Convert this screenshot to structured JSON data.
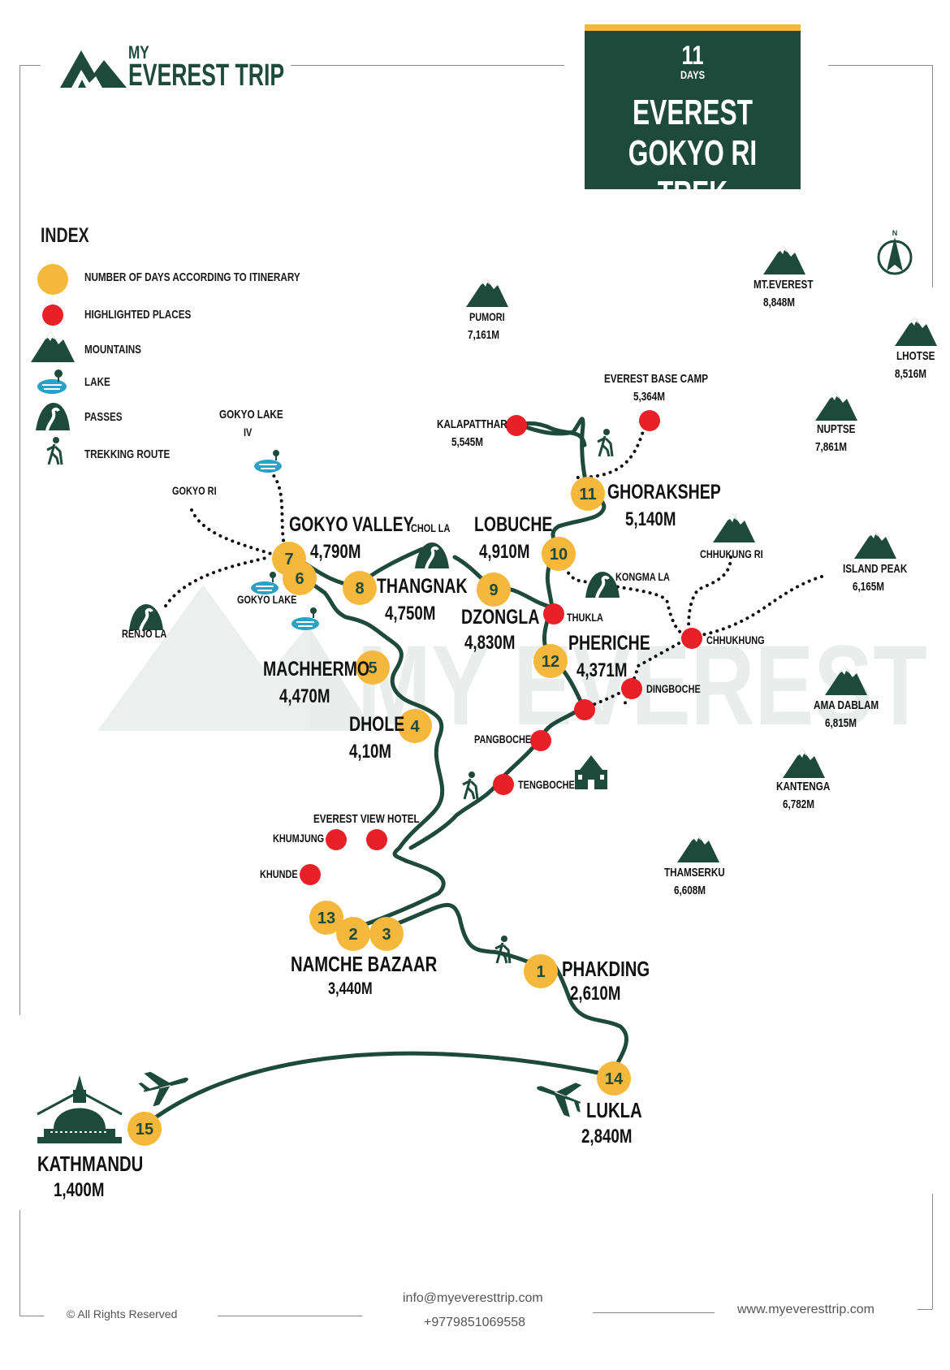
{
  "brand": {
    "line1": "MY",
    "line2": "EVEREST TRIP"
  },
  "title": {
    "days_number": "11",
    "days_label": "DAYS",
    "line1": "EVEREST",
    "line2": "GOKYO RI TREK"
  },
  "index": {
    "title": "INDEX",
    "items": [
      {
        "icon": "day-circle-icon",
        "label": "NUMBER OF DAYS ACCORDING TO ITINERARY"
      },
      {
        "icon": "red-dot-icon",
        "label": "HIGHLIGHTED PLACES"
      },
      {
        "icon": "mountain-icon",
        "label": "MOUNTAINS"
      },
      {
        "icon": "lake-icon",
        "label": "LAKE"
      },
      {
        "icon": "pass-icon",
        "label": "PASSES"
      },
      {
        "icon": "hiker-icon",
        "label": "TREKKING ROUTE"
      }
    ]
  },
  "compass": "N",
  "watermark": "MY EVEREST TRIP",
  "colors": {
    "dark_green": "#1e4a3c",
    "yellow": "#f5b83d",
    "red": "#e82027"
  },
  "days": [
    "1",
    "2",
    "3",
    "4",
    "5",
    "6",
    "7",
    "8",
    "9",
    "10",
    "11",
    "12",
    "13",
    "14",
    "15"
  ],
  "stops": {
    "kathmandu": {
      "name": "KATHMANDU",
      "alt": "1,400M"
    },
    "lukla": {
      "name": "LUKLA",
      "alt": "2,840M"
    },
    "phakding": {
      "name": "PHAKDING",
      "alt": "2,610M"
    },
    "namche": {
      "name": "NAMCHE BAZAAR",
      "alt": "3,440M"
    },
    "dhole": {
      "name": "DHOLE",
      "alt": "4,10M"
    },
    "machhermo": {
      "name": "MACHHERMO",
      "alt": "4,470M"
    },
    "gokyo": {
      "name": "GOKYO VALLEY",
      "alt": "4,790M"
    },
    "thangnak": {
      "name": "THANGNAK",
      "alt": "4,750M"
    },
    "dzongla": {
      "name": "DZONGLA",
      "alt": "4,830M"
    },
    "lobuche": {
      "name": "LOBUCHE",
      "alt": "4,910M"
    },
    "gorakshep": {
      "name": "GHORAKSHEP",
      "alt": "5,140M"
    },
    "pheriche": {
      "name": "PHERICHE",
      "alt": "4,371M"
    }
  },
  "places": {
    "kalapatthar": {
      "name": "KALAPATTHAR",
      "alt": "5,545M"
    },
    "ebc": {
      "name": "EVEREST BASE CAMP",
      "alt": "5,364M"
    },
    "thukla": "THUKLA",
    "chhukhung": "CHHUKHUNG",
    "dingboche": "DINGBOCHE",
    "pangboche": "PANGBOCHE",
    "tengboche": "TENGBOCHE",
    "everest_view": "EVEREST VIEW HOTEL",
    "khumjung": "KHUMJUNG",
    "khunde": "KHUNDE",
    "gokyo_ri": "GOKYO RI",
    "gokyo_lake_iv_1": "GOKYO LAKE",
    "gokyo_lake_iv_2": "IV",
    "gokyo_lake": "GOKYO LAKE",
    "renjo_la": "RENJO LA",
    "chol_la": "CHOL LA",
    "kongma_la": "KONGMA LA"
  },
  "mountains": {
    "pumori": {
      "name": "PUMORI",
      "alt": "7,161M"
    },
    "everest": {
      "name": "MT.EVEREST",
      "alt": "8,848M"
    },
    "lhotse": {
      "name": "LHOTSE",
      "alt": "8,516M"
    },
    "nuptse": {
      "name": "NUPTSE",
      "alt": "7,861M"
    },
    "chhukung_ri": {
      "name": "CHHUKUNG RI",
      "alt": ""
    },
    "island_peak": {
      "name": "ISLAND PEAK",
      "alt": "6,165M"
    },
    "ama_dablam": {
      "name": "AMA DABLAM",
      "alt": "6,815M"
    },
    "kantenga": {
      "name": "KANTENGA",
      "alt": "6,782M"
    },
    "thamserku": {
      "name": "THAMSERKU",
      "alt": "6,608M"
    }
  },
  "footer": {
    "copyright": "© All Rights Reserved",
    "email": "info@myeveresttrip.com",
    "phone": "+9779851069558",
    "website": "www.myeveresttrip.com"
  }
}
